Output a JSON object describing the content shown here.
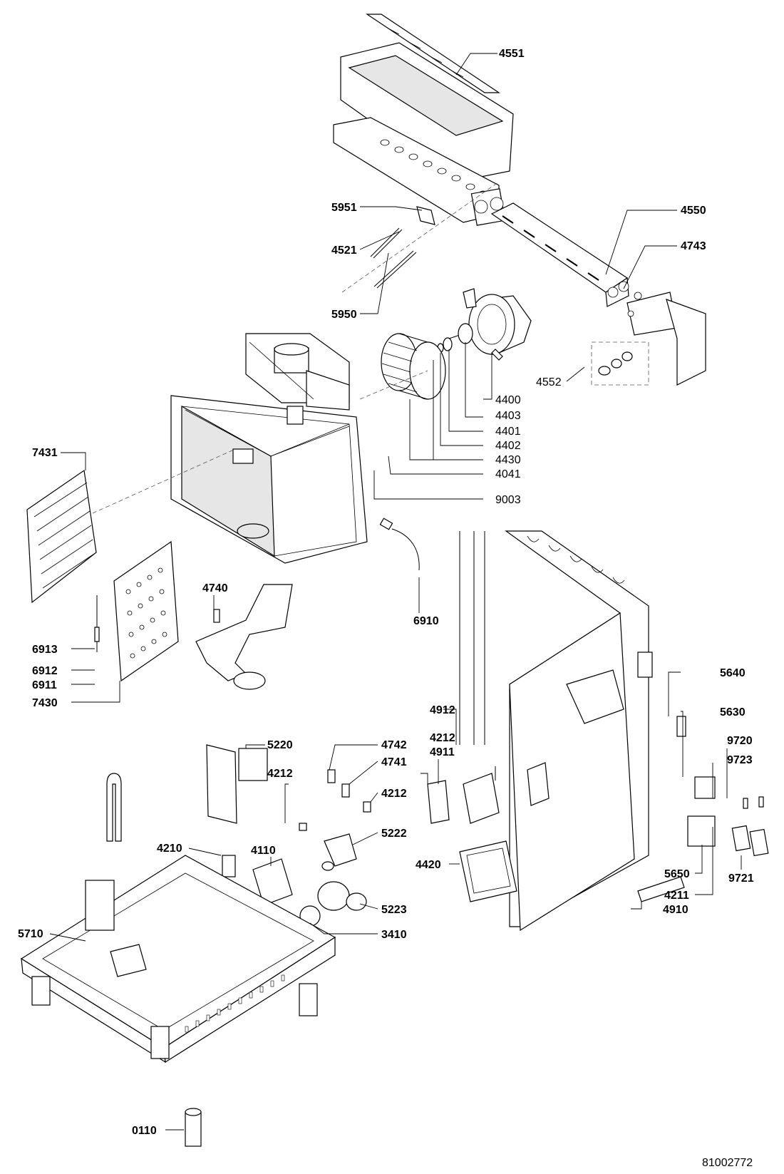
{
  "document_number": "81002772",
  "labels": {
    "l4551": "4551",
    "l5951": "5951",
    "l4550": "4550",
    "l4743": "4743",
    "l4521": "4521",
    "l5950": "5950",
    "l4552": "4552",
    "l4400": "4400",
    "l4403": "4403",
    "l4401": "4401",
    "l4402": "4402",
    "l4430": "4430",
    "l4041": "4041",
    "l9003": "9003",
    "l7431": "7431",
    "l4740": "4740",
    "l6910": "6910",
    "l6913": "6913",
    "l6912": "6912",
    "l6911": "6911",
    "l7430": "7430",
    "l5640": "5640",
    "l5630": "5630",
    "l9720": "9720",
    "l9723": "9723",
    "l4912": "4912",
    "l4212a": "4212",
    "l4911": "4911",
    "l4742": "4742",
    "l4741": "4741",
    "l4212b": "4212",
    "l5220": "5220",
    "l4212c": "4212",
    "l5222": "5222",
    "l4420": "4420",
    "l4210": "4210",
    "l4110": "4110",
    "l5223": "5223",
    "l5650": "5650",
    "l4211": "4211",
    "l9721": "9721",
    "l4910": "4910",
    "l5710": "5710",
    "l3410": "3410",
    "l0110": "0110"
  }
}
